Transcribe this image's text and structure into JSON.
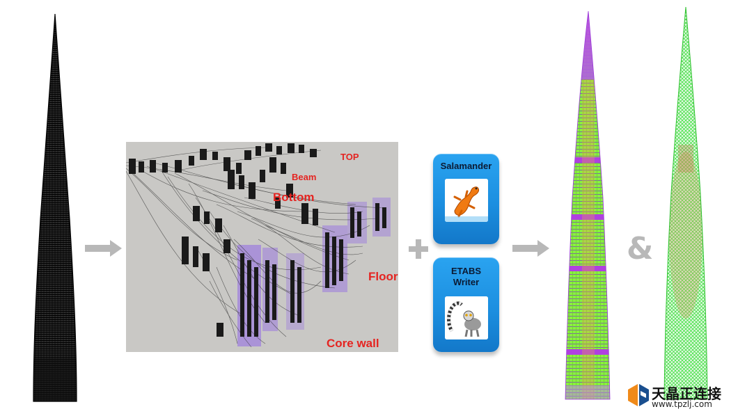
{
  "canvas_labels": {
    "top": "TOP",
    "beam": "Beam",
    "bottom": "Bottom",
    "floors": "Floors",
    "core_wall": "Core wall"
  },
  "plugins": {
    "salamander": {
      "title": "Salamander"
    },
    "etabs": {
      "title_line1": "ETABS",
      "title_line2": "Writer"
    }
  },
  "ampersand": "&",
  "watermark": {
    "name": "天晶正连接",
    "url": "www.tpzlj.com"
  },
  "colors": {
    "label_red": "#e52421",
    "tile_blue": "#1c8fe0",
    "canvas_bg": "#c9c8c5",
    "purple_mesh": "#b040e0",
    "green_mesh": "#5cf05c",
    "arrow_gray": "#b8b8b8"
  }
}
